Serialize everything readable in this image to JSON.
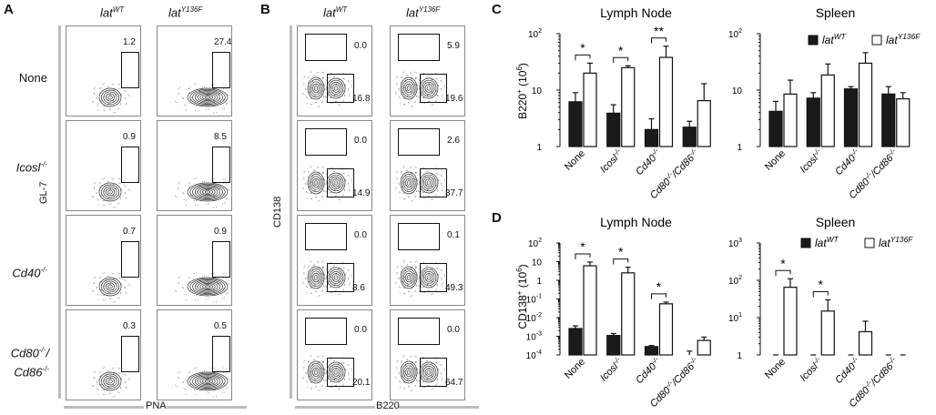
{
  "panels": {
    "A": "A",
    "B": "B",
    "C": "C",
    "D": "D"
  },
  "genotypes": {
    "wt_base": "lat",
    "wt_sup": "WT",
    "mut_base": "lat",
    "mut_sup": "Y136F"
  },
  "conditions": [
    "None",
    "Icosl-/-",
    "Cd40-/-",
    "Cd80-/-/ Cd86-/-"
  ],
  "condition_labels": {
    "none": "None",
    "icosl": "Icosl",
    "icosl_sup": "-/-",
    "cd40": "Cd40",
    "cd40_sup": "-/-",
    "cd80_line1": "Cd80",
    "cd80_sup": "-/-",
    "cd80_slash": "/",
    "cd86_line2": "Cd86",
    "cd86_sup": "-/-"
  },
  "flow_A": {
    "y_axis": "GL-7",
    "x_axis": "PNA",
    "gate_percent": [
      [
        "1.2",
        "27.4"
      ],
      [
        "0.9",
        "8.5"
      ],
      [
        "0.7",
        "0.9"
      ],
      [
        "0.3",
        "0.5"
      ]
    ]
  },
  "flow_B": {
    "y_axis": "CD138",
    "x_axis": "B220",
    "upper_gate_percent": [
      [
        "0.0",
        "5.9"
      ],
      [
        "0.0",
        "2.6"
      ],
      [
        "0.0",
        "0.1"
      ],
      [
        "0.0",
        "0.0"
      ]
    ],
    "lower_gate_percent": [
      [
        "16.8",
        "19.6"
      ],
      [
        "14.9",
        "37.7"
      ],
      [
        "8.6",
        "49.3"
      ],
      [
        "20.1",
        "64.7"
      ]
    ]
  },
  "chart_data": [
    {
      "type": "bar",
      "panel": "C",
      "title": "Lymph Node",
      "ylabel": "B220+ (10^6)",
      "yscale": "log",
      "ylim": [
        1,
        100
      ],
      "categories": [
        "None",
        "Icosl-/-",
        "Cd40-/-",
        "Cd80-/-/Cd86-/-"
      ],
      "series": [
        {
          "name": "latWT",
          "values": [
            6.2,
            3.9,
            2.0,
            2.2
          ],
          "errors": [
            9.0,
            5.5,
            3.1,
            2.8
          ]
        },
        {
          "name": "latY136F",
          "values": [
            20,
            25,
            38,
            6.5
          ],
          "errors": [
            30,
            27,
            60,
            13
          ]
        }
      ],
      "significance": [
        {
          "category": "None",
          "label": "*"
        },
        {
          "category": "Icosl-/-",
          "label": "*"
        },
        {
          "category": "Cd40-/-",
          "label": "**"
        }
      ]
    },
    {
      "type": "bar",
      "panel": "C",
      "title": "Spleen",
      "yscale": "log",
      "ylim": [
        1,
        100
      ],
      "categories": [
        "None",
        "Icosl-/-",
        "Cd40-/-",
        "Cd80-/-/Cd86-/-"
      ],
      "series": [
        {
          "name": "latWT",
          "values": [
            4.2,
            7.2,
            10.5,
            8.5
          ],
          "errors": [
            6.3,
            9.0,
            11.5,
            11.5
          ]
        },
        {
          "name": "latY136F",
          "values": [
            8.5,
            18.5,
            30,
            7.0
          ],
          "errors": [
            15,
            29,
            46,
            9.0
          ]
        }
      ],
      "significance": []
    },
    {
      "type": "bar",
      "panel": "D",
      "title": "Lymph Node",
      "ylabel": "CD138+ (10^6)",
      "yscale": "log",
      "ylim": [
        0.0001,
        100
      ],
      "categories": [
        "None",
        "Icosl-/-",
        "Cd40-/-",
        "Cd80-/-/Cd86-/-"
      ],
      "series": [
        {
          "name": "latWT",
          "values": [
            0.0026,
            0.0011,
            0.00028,
            0.0001
          ],
          "errors": [
            0.0036,
            0.0014,
            0.00032,
            0.00016
          ]
        },
        {
          "name": "latY136F",
          "values": [
            6.0,
            2.5,
            0.055,
            0.0006
          ],
          "errors": [
            9.5,
            5.0,
            0.068,
            0.0009
          ]
        }
      ],
      "significance": [
        {
          "category": "None",
          "label": "*"
        },
        {
          "category": "Icosl-/-",
          "label": "*"
        },
        {
          "category": "Cd40-/-",
          "label": "*"
        }
      ]
    },
    {
      "type": "bar",
      "panel": "D",
      "title": "Spleen",
      "yscale": "log",
      "ylim": [
        1,
        1000
      ],
      "categories": [
        "None",
        "Icosl-/-",
        "Cd40-/-",
        "Cd80-/-/Cd86-/-"
      ],
      "series": [
        {
          "name": "latWT",
          "values": [
            0.35,
            0.35,
            0.4,
            0.32
          ],
          "errors": [
            0.5,
            0.48,
            0.55,
            0.45
          ]
        },
        {
          "name": "latY136F",
          "values": [
            65,
            15,
            4.2,
            0.35
          ],
          "errors": [
            110,
            30,
            8.0,
            0.45
          ]
        }
      ],
      "significance": [
        {
          "category": "None",
          "label": "*"
        },
        {
          "category": "Icosl-/-",
          "label": "*"
        }
      ]
    }
  ],
  "chart_text": {
    "lymph_node": "Lymph Node",
    "spleen": "Spleen",
    "c_ylabel_base": "B220",
    "c_ylabel_sup": "+",
    "c_ylabel_unit": "(10",
    "d_ylabel_base": "CD138",
    "d_ylabel_sup": "+",
    "d_ylabel_unit": "(10",
    "unit_exp": "6",
    "unit_close": ")",
    "legend_wt_base": "lat",
    "legend_wt_sup": "WT",
    "legend_mut_base": "lat",
    "legend_mut_sup": "Y136F",
    "ticks_100": [
      "10",
      "2"
    ],
    "ticks_10": "10",
    "ticks_1": "1",
    "d_ln_ticks": [
      [
        "10",
        "2"
      ],
      [
        "10",
        ""
      ],
      [
        "1",
        ""
      ],
      [
        "10",
        "-1"
      ],
      [
        "10",
        "-2"
      ],
      [
        "10",
        "-3"
      ],
      [
        "10",
        "-4"
      ]
    ],
    "d_sp_ticks": [
      [
        "10",
        "3"
      ],
      [
        "10",
        "2"
      ],
      [
        "10",
        "1"
      ],
      [
        "1",
        ""
      ]
    ],
    "colors": {
      "wt": "#1a1a1a",
      "mut": "#ffffff"
    }
  }
}
